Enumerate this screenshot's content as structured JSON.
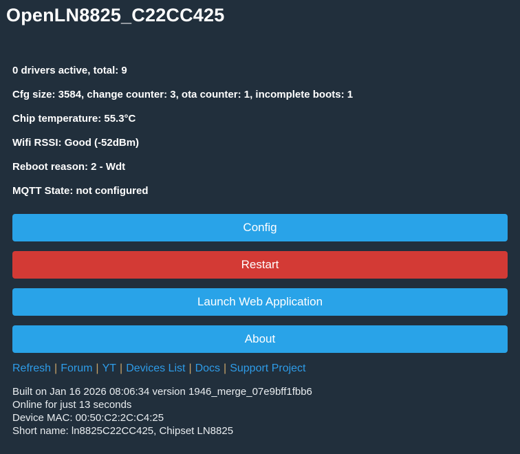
{
  "page": {
    "title": "OpenLN8825_C22CC425"
  },
  "status": {
    "drivers": "0 drivers active, total: 9",
    "cfg": "Cfg size: 3584, change counter: 3, ota counter: 1, incomplete boots: 1",
    "chip_temperature": "Chip temperature: 55.3°C",
    "wifi_rssi": "Wifi RSSI: Good (-52dBm)",
    "reboot_reason": "Reboot reason: 2 - Wdt",
    "mqtt_state": "MQTT State: not configured"
  },
  "buttons": {
    "config": "Config",
    "restart": "Restart",
    "launch_web_app": "Launch Web Application",
    "about": "About"
  },
  "links": {
    "separator": "|",
    "refresh": "Refresh",
    "forum": "Forum",
    "yt": "YT",
    "devices_list": "Devices List",
    "docs": "Docs",
    "support_project": "Support Project"
  },
  "footer": {
    "build": "Built on Jan 16 2026 08:06:34 version 1946_merge_07e9bff1fbb6",
    "uptime": "Online for just 13 seconds",
    "mac": "Device MAC: 00:50:C2:2C:C4:25",
    "short_name": "Short name: ln8825C22CC425, Chipset LN8825"
  },
  "colors": {
    "background": "#212f3c",
    "button_blue": "#29a3e8",
    "button_red": "#d33a35",
    "link_blue": "#2e9ce8",
    "separator_tan": "#c9a469",
    "text_white": "#ffffff"
  }
}
